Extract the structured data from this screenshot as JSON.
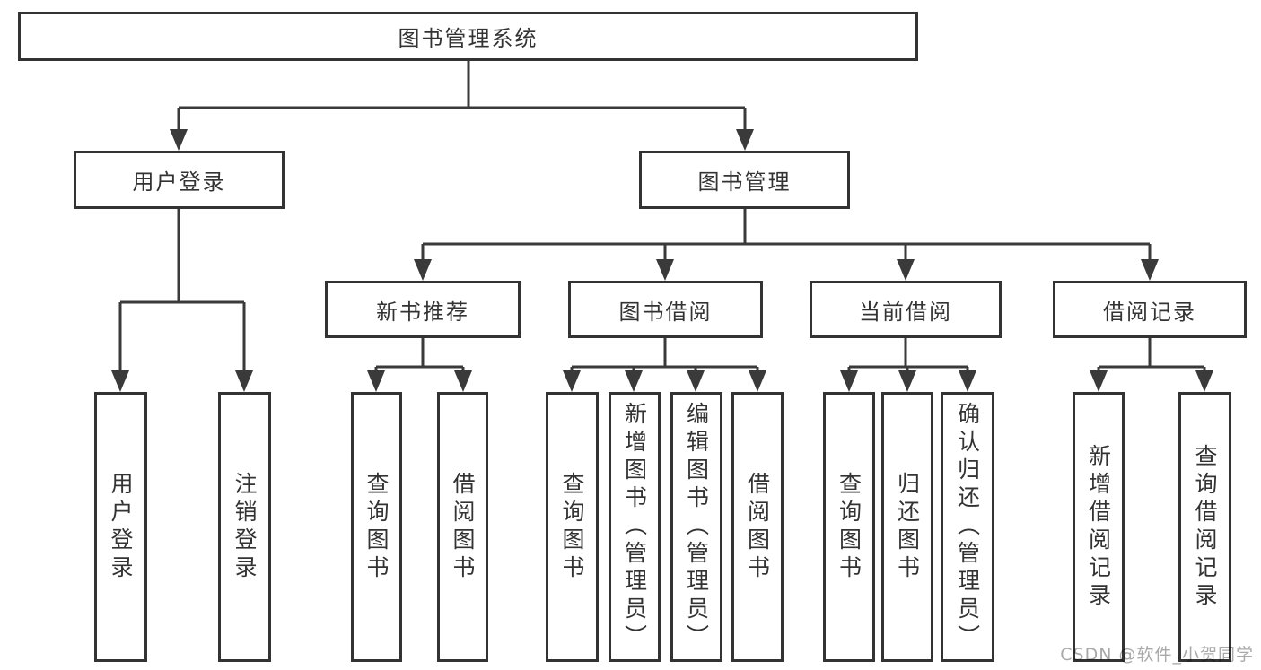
{
  "tree": {
    "label": "图书管理系统",
    "children": [
      {
        "label": "用户登录",
        "children": [
          {
            "label": "用户登录"
          },
          {
            "label": "注销登录"
          }
        ]
      },
      {
        "label": "图书管理",
        "children": [
          {
            "label": "新书推荐",
            "children": [
              {
                "label": "查询图书"
              },
              {
                "label": "借阅图书"
              }
            ]
          },
          {
            "label": "图书借阅",
            "children": [
              {
                "label": "查询图书"
              },
              {
                "label": "新增图书（管理员）"
              },
              {
                "label": "编辑图书（管理员）"
              },
              {
                "label": "借阅图书"
              }
            ]
          },
          {
            "label": "当前借阅",
            "children": [
              {
                "label": "查询图书"
              },
              {
                "label": "归还图书"
              },
              {
                "label": "确认归还（管理员）"
              }
            ]
          },
          {
            "label": "借阅记录",
            "children": [
              {
                "label": "新增借阅记录"
              },
              {
                "label": "查询借阅记录"
              }
            ]
          }
        ]
      }
    ]
  },
  "watermark": "CSDN @软件_小贺同学",
  "colors": {
    "line": "#3a3a3a",
    "box_border": "#333333",
    "text": "#333333",
    "watermark": "#a9a9a9",
    "background": "#ffffff"
  }
}
